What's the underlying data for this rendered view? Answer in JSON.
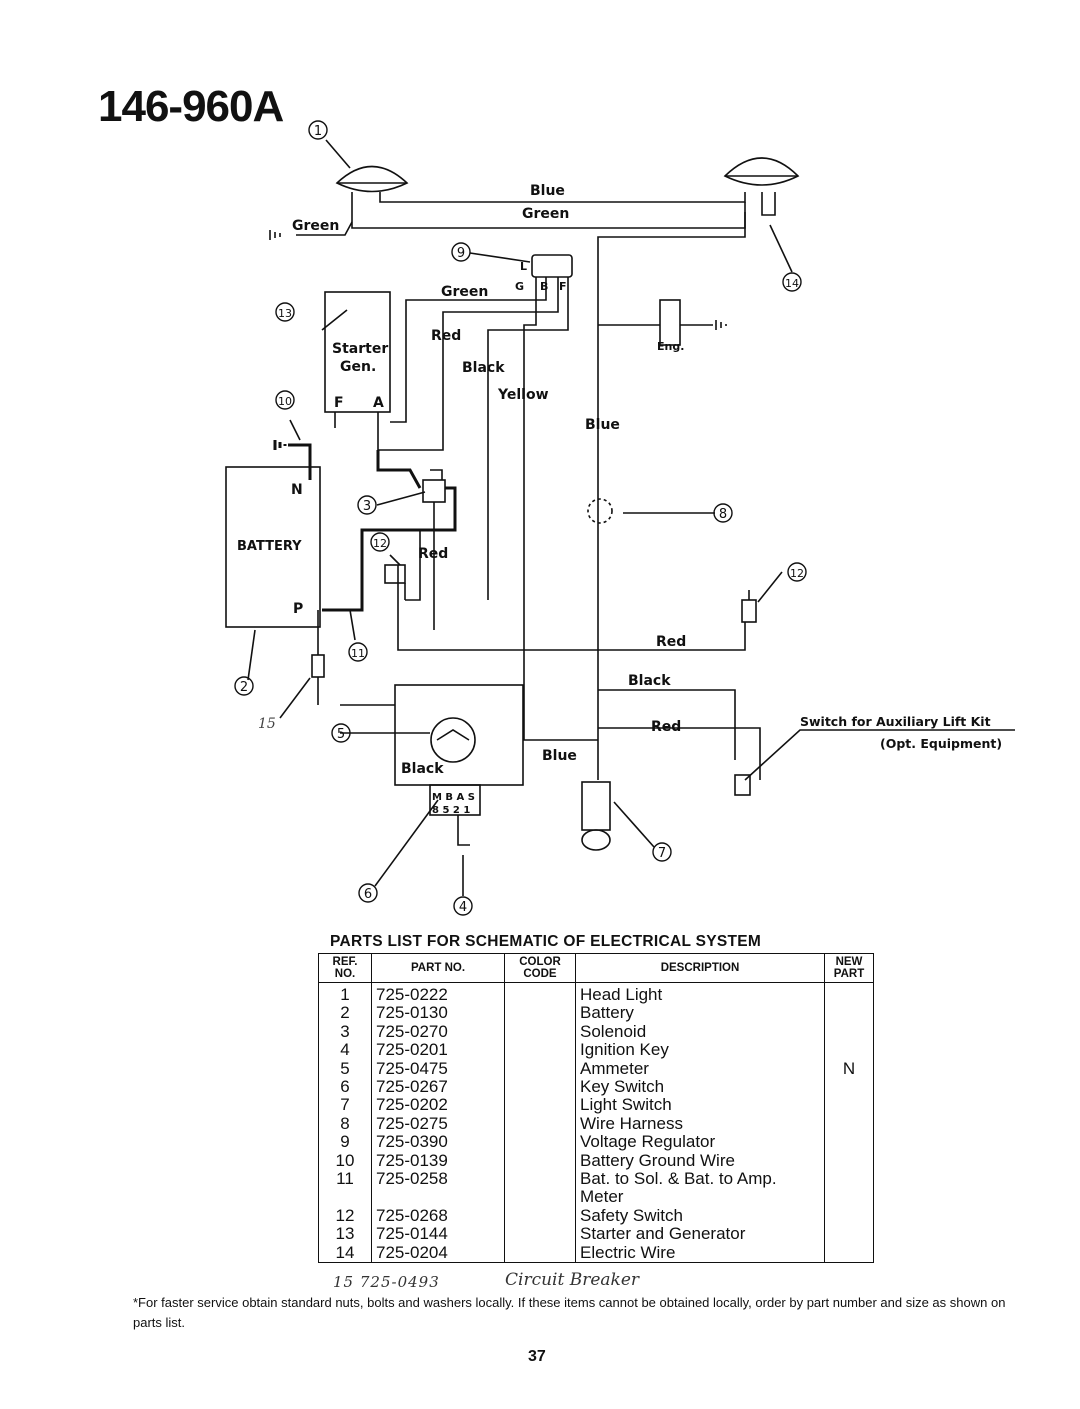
{
  "document": {
    "model_number": "146-960A",
    "page_number": "37"
  },
  "diagram": {
    "wire_labels": {
      "blue_top": "Blue",
      "green_top": "Green",
      "green_left": "Green",
      "green_mid": "Green",
      "red_starter": "Red",
      "black_starter": "Black",
      "yellow": "Yellow",
      "blue_right": "Blue",
      "red_safety": "Red",
      "red_bottom": "Red",
      "black_bottom": "Black",
      "red_bottom2": "Red",
      "blue_bottom": "Blue",
      "black_ammeter": "Black"
    },
    "component_labels": {
      "starter": "Starter",
      "gen": "Gen.",
      "f_terminal": "F",
      "a_terminal": "A",
      "battery": "BATTERY",
      "n_terminal": "N",
      "p_terminal": "P",
      "eng": "Eng.",
      "regulator_l": "L",
      "regulator_g": "G",
      "regulator_b": "B",
      "regulator_f": "F",
      "aux_switch_line1": "Switch for Auxiliary Lift Kit",
      "aux_switch_line2": "(Opt. Equipment)",
      "key_switch_top": "M B A S",
      "key_switch_bottom": "8 5 2 1"
    },
    "callouts": [
      "1",
      "2",
      "3",
      "4",
      "5",
      "6",
      "7",
      "8",
      "9",
      "10",
      "11",
      "12",
      "12",
      "13",
      "14"
    ],
    "handwritten_callout": "15"
  },
  "parts_list": {
    "title": "PARTS LIST FOR SCHEMATIC OF ELECTRICAL SYSTEM",
    "headers": {
      "ref": "REF. NO.",
      "part": "PART NO.",
      "color": "COLOR CODE",
      "description": "DESCRIPTION",
      "new_part": "NEW PART"
    },
    "rows": [
      {
        "ref": "1",
        "part_no": "725-0222",
        "description": "Head Light",
        "new": ""
      },
      {
        "ref": "2",
        "part_no": "725-0130",
        "description": "Battery",
        "new": ""
      },
      {
        "ref": "3",
        "part_no": "725-0270",
        "description": "Solenoid",
        "new": ""
      },
      {
        "ref": "4",
        "part_no": "725-0201",
        "description": "Ignition Key",
        "new": ""
      },
      {
        "ref": "5",
        "part_no": "725-0475",
        "description": "Ammeter",
        "new": "N"
      },
      {
        "ref": "6",
        "part_no": "725-0267",
        "description": "Key Switch",
        "new": ""
      },
      {
        "ref": "7",
        "part_no": "725-0202",
        "description": "Light Switch",
        "new": ""
      },
      {
        "ref": "8",
        "part_no": "725-0275",
        "description": "Wire Harness",
        "new": ""
      },
      {
        "ref": "9",
        "part_no": "725-0390",
        "description": "Voltage Regulator",
        "new": ""
      },
      {
        "ref": "10",
        "part_no": "725-0139",
        "description": "Battery Ground Wire",
        "new": ""
      },
      {
        "ref": "11",
        "part_no": "725-0258",
        "description": "Bat. to Sol. & Bat. to Amp. Meter",
        "new": ""
      },
      {
        "ref": "12",
        "part_no": "725-0268",
        "description": "Safety Switch",
        "new": ""
      },
      {
        "ref": "13",
        "part_no": "725-0144",
        "description": "Starter and Generator",
        "new": ""
      },
      {
        "ref": "14",
        "part_no": "725-0204",
        "description": "Electric Wire",
        "new": ""
      }
    ],
    "handwritten_addition": {
      "ref": "15",
      "part_no": "725-0493",
      "description": "Circuit Breaker"
    }
  },
  "footnote": "*For faster service obtain standard nuts, bolts and washers locally. If these items cannot be obtained locally, order by part number and size as shown on parts list."
}
